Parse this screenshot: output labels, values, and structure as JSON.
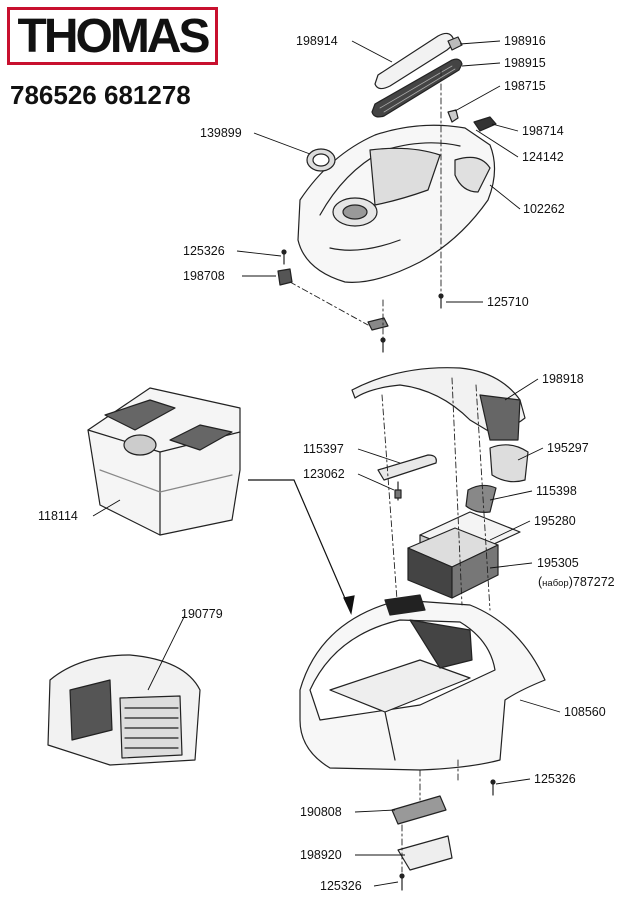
{
  "brand": "THOMAS",
  "model_codes": "786526 681278",
  "parts": [
    {
      "id": "p-198914",
      "label": "198914"
    },
    {
      "id": "p-198916",
      "label": "198916"
    },
    {
      "id": "p-198915",
      "label": "198915"
    },
    {
      "id": "p-198715",
      "label": "198715"
    },
    {
      "id": "p-198714",
      "label": "198714"
    },
    {
      "id": "p-124142",
      "label": "124142"
    },
    {
      "id": "p-139899",
      "label": "139899"
    },
    {
      "id": "p-102262",
      "label": "102262"
    },
    {
      "id": "p-125326a",
      "label": "125326"
    },
    {
      "id": "p-198708",
      "label": "198708"
    },
    {
      "id": "p-125710",
      "label": "125710"
    },
    {
      "id": "p-198918",
      "label": "198918"
    },
    {
      "id": "p-115397",
      "label": "115397"
    },
    {
      "id": "p-195297",
      "label": "195297"
    },
    {
      "id": "p-123062",
      "label": "123062"
    },
    {
      "id": "p-115398",
      "label": "115398"
    },
    {
      "id": "p-118114",
      "label": "118114"
    },
    {
      "id": "p-195280",
      "label": "195280"
    },
    {
      "id": "p-195305",
      "label": "195305"
    },
    {
      "id": "p-190779",
      "label": "190779"
    },
    {
      "id": "p-108560",
      "label": "108560"
    },
    {
      "id": "p-125326b",
      "label": "125326"
    },
    {
      "id": "p-190808",
      "label": "190808"
    },
    {
      "id": "p-198920",
      "label": "198920"
    },
    {
      "id": "p-125326c",
      "label": "125326"
    }
  ],
  "kit_note": {
    "open": "(",
    "word": "набор",
    "close": ")",
    "number": "787272"
  }
}
